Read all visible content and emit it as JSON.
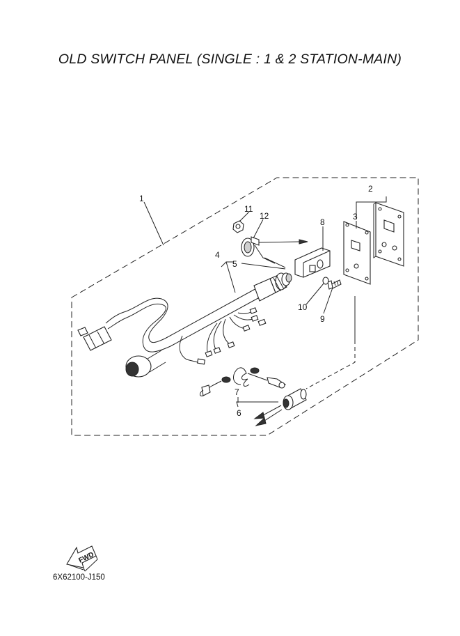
{
  "title": "OLD SWITCH PANEL (SINGLE : 1 & 2 STATION-MAIN)",
  "callouts": {
    "c1": "1",
    "c2": "2",
    "c3": "3",
    "c4": "4",
    "c5": "5",
    "c6": "6",
    "c7": "7",
    "c8": "8",
    "c9": "9",
    "c10": "10",
    "c11": "11",
    "c12": "12"
  },
  "fwd_label": "FWD",
  "diagram_code": "6X62100-J150"
}
